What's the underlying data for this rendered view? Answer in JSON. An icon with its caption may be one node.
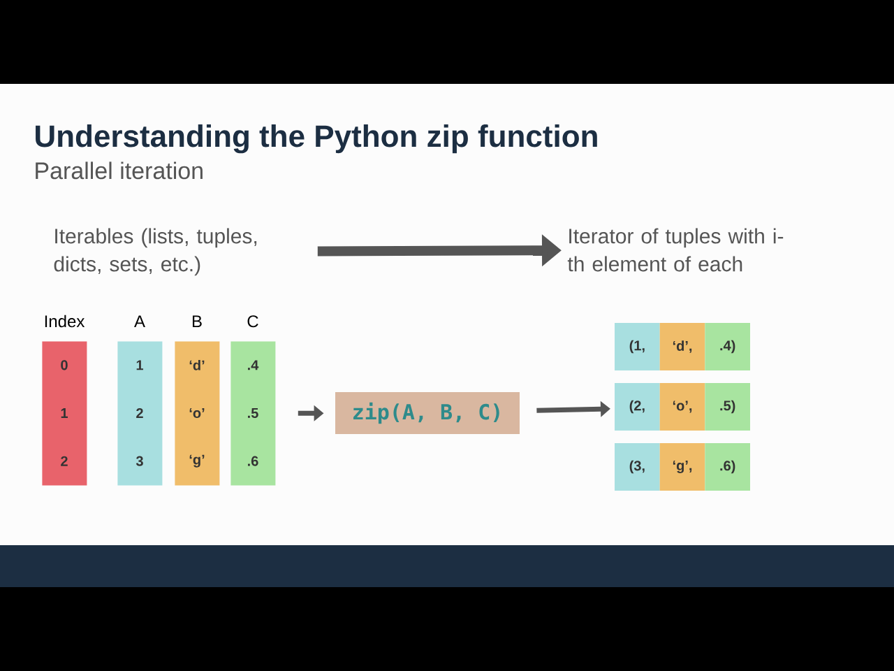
{
  "diagram": {
    "title": "Understanding the Python zip function",
    "nodes": [
      {
        "text": [
          "Iterables (lists, tuples, dicts, sets, etc.)"
        ]
      },
      {
        "text": [
          "Iterator of tuples with i-th element of each"
        ]
      },
      {
        "text": [
          "Index",
          "0",
          "1",
          "2"
        ]
      },
      {
        "text": [
          "A",
          "1",
          "2",
          "3"
        ]
      },
      {
        "text": [
          "B",
          "‘d’",
          "‘o’",
          "‘g’"
        ]
      },
      {
        "text": [
          "C",
          ".4",
          ".5",
          ".6"
        ]
      },
      {
        "text": [
          "zip(A, B, C)"
        ]
      },
      {
        "text": [
          "(1,",
          "‘d’,",
          ".4)"
        ]
      },
      {
        "text": [
          "(2,",
          "‘o’,",
          ".5)"
        ]
      },
      {
        "text": [
          "(3,",
          "‘g’,",
          ".6)"
        ]
      }
    ],
    "edges": [
      {
        "from": 0,
        "to": 1,
        "arrow": "to",
        "style": "thick"
      },
      {
        "from": 5,
        "to": 6,
        "arrow": "to"
      },
      {
        "from": 6,
        "to": 8,
        "arrow": "to"
      }
    ],
    "labels": [
      "Parallel iteration"
    ]
  }
}
